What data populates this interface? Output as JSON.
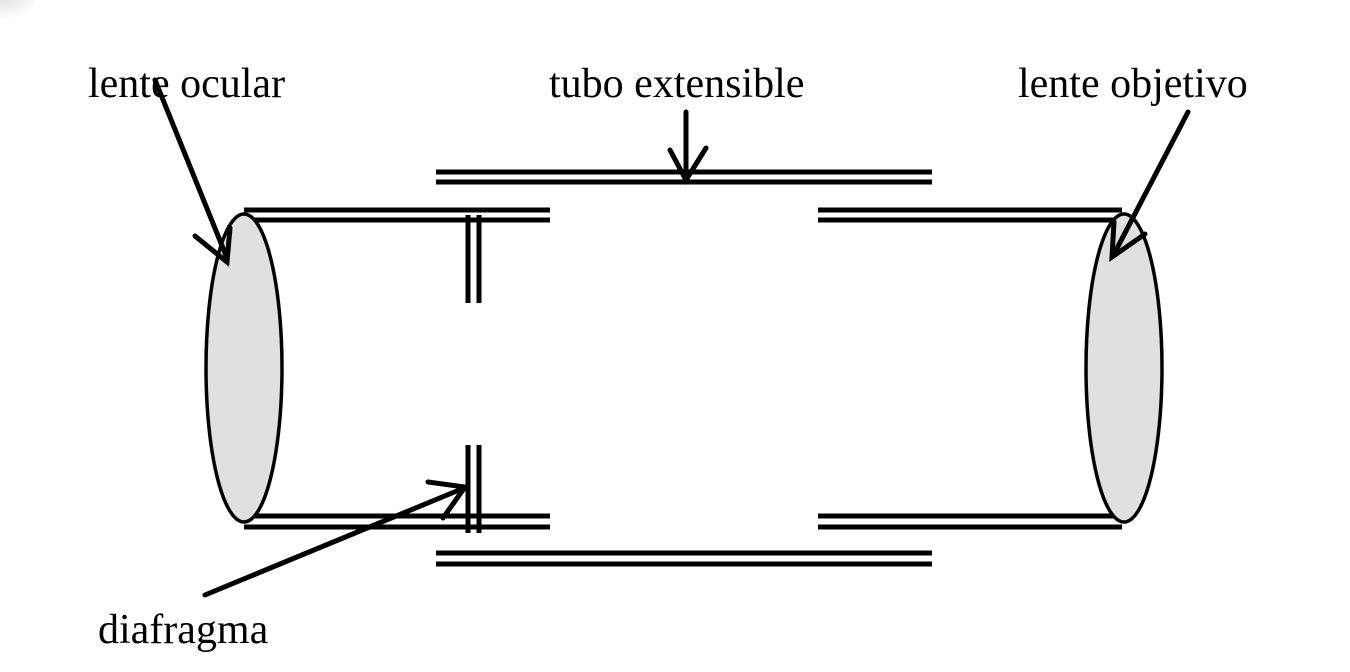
{
  "labels": {
    "eyepiece": "lente ocular",
    "tube": "tubo extensible",
    "objective": "lente objetivo",
    "diaphragm": "diafragma"
  },
  "colors": {
    "lens_fill": "#e0e0e0",
    "stroke": "#000000"
  }
}
